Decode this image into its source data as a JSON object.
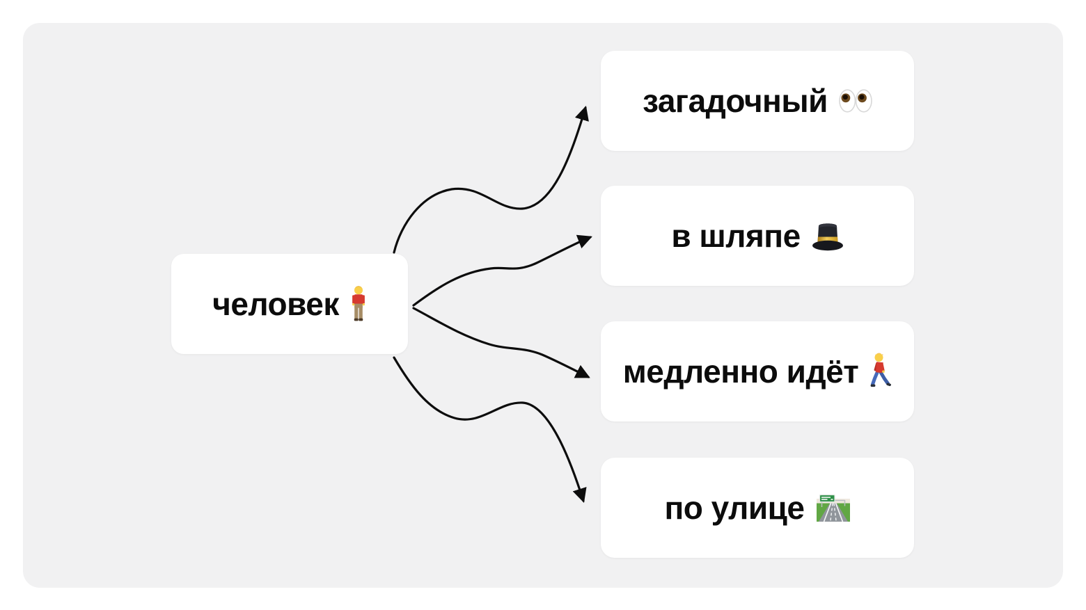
{
  "app": {
    "background_color": "#ffffff",
    "panel_color": "#f1f1f2",
    "card_color": "#ffffff",
    "text_color": "#0c0c0c",
    "arrow_color": "#0d0d0d"
  },
  "diagram": {
    "root": {
      "label": "человек",
      "emoji_name": "person-standing",
      "emoji_char": "🧍"
    },
    "branches": [
      {
        "label": "загадочный",
        "emoji_name": "eyes",
        "emoji_char": "👀"
      },
      {
        "label": "в шляпе",
        "emoji_name": "top-hat",
        "emoji_char": "🎩"
      },
      {
        "label": "медленно идёт",
        "emoji_name": "person-walking",
        "emoji_char": "🚶"
      },
      {
        "label": "по улице",
        "emoji_name": "motorway",
        "emoji_char": "🛣️"
      }
    ]
  }
}
